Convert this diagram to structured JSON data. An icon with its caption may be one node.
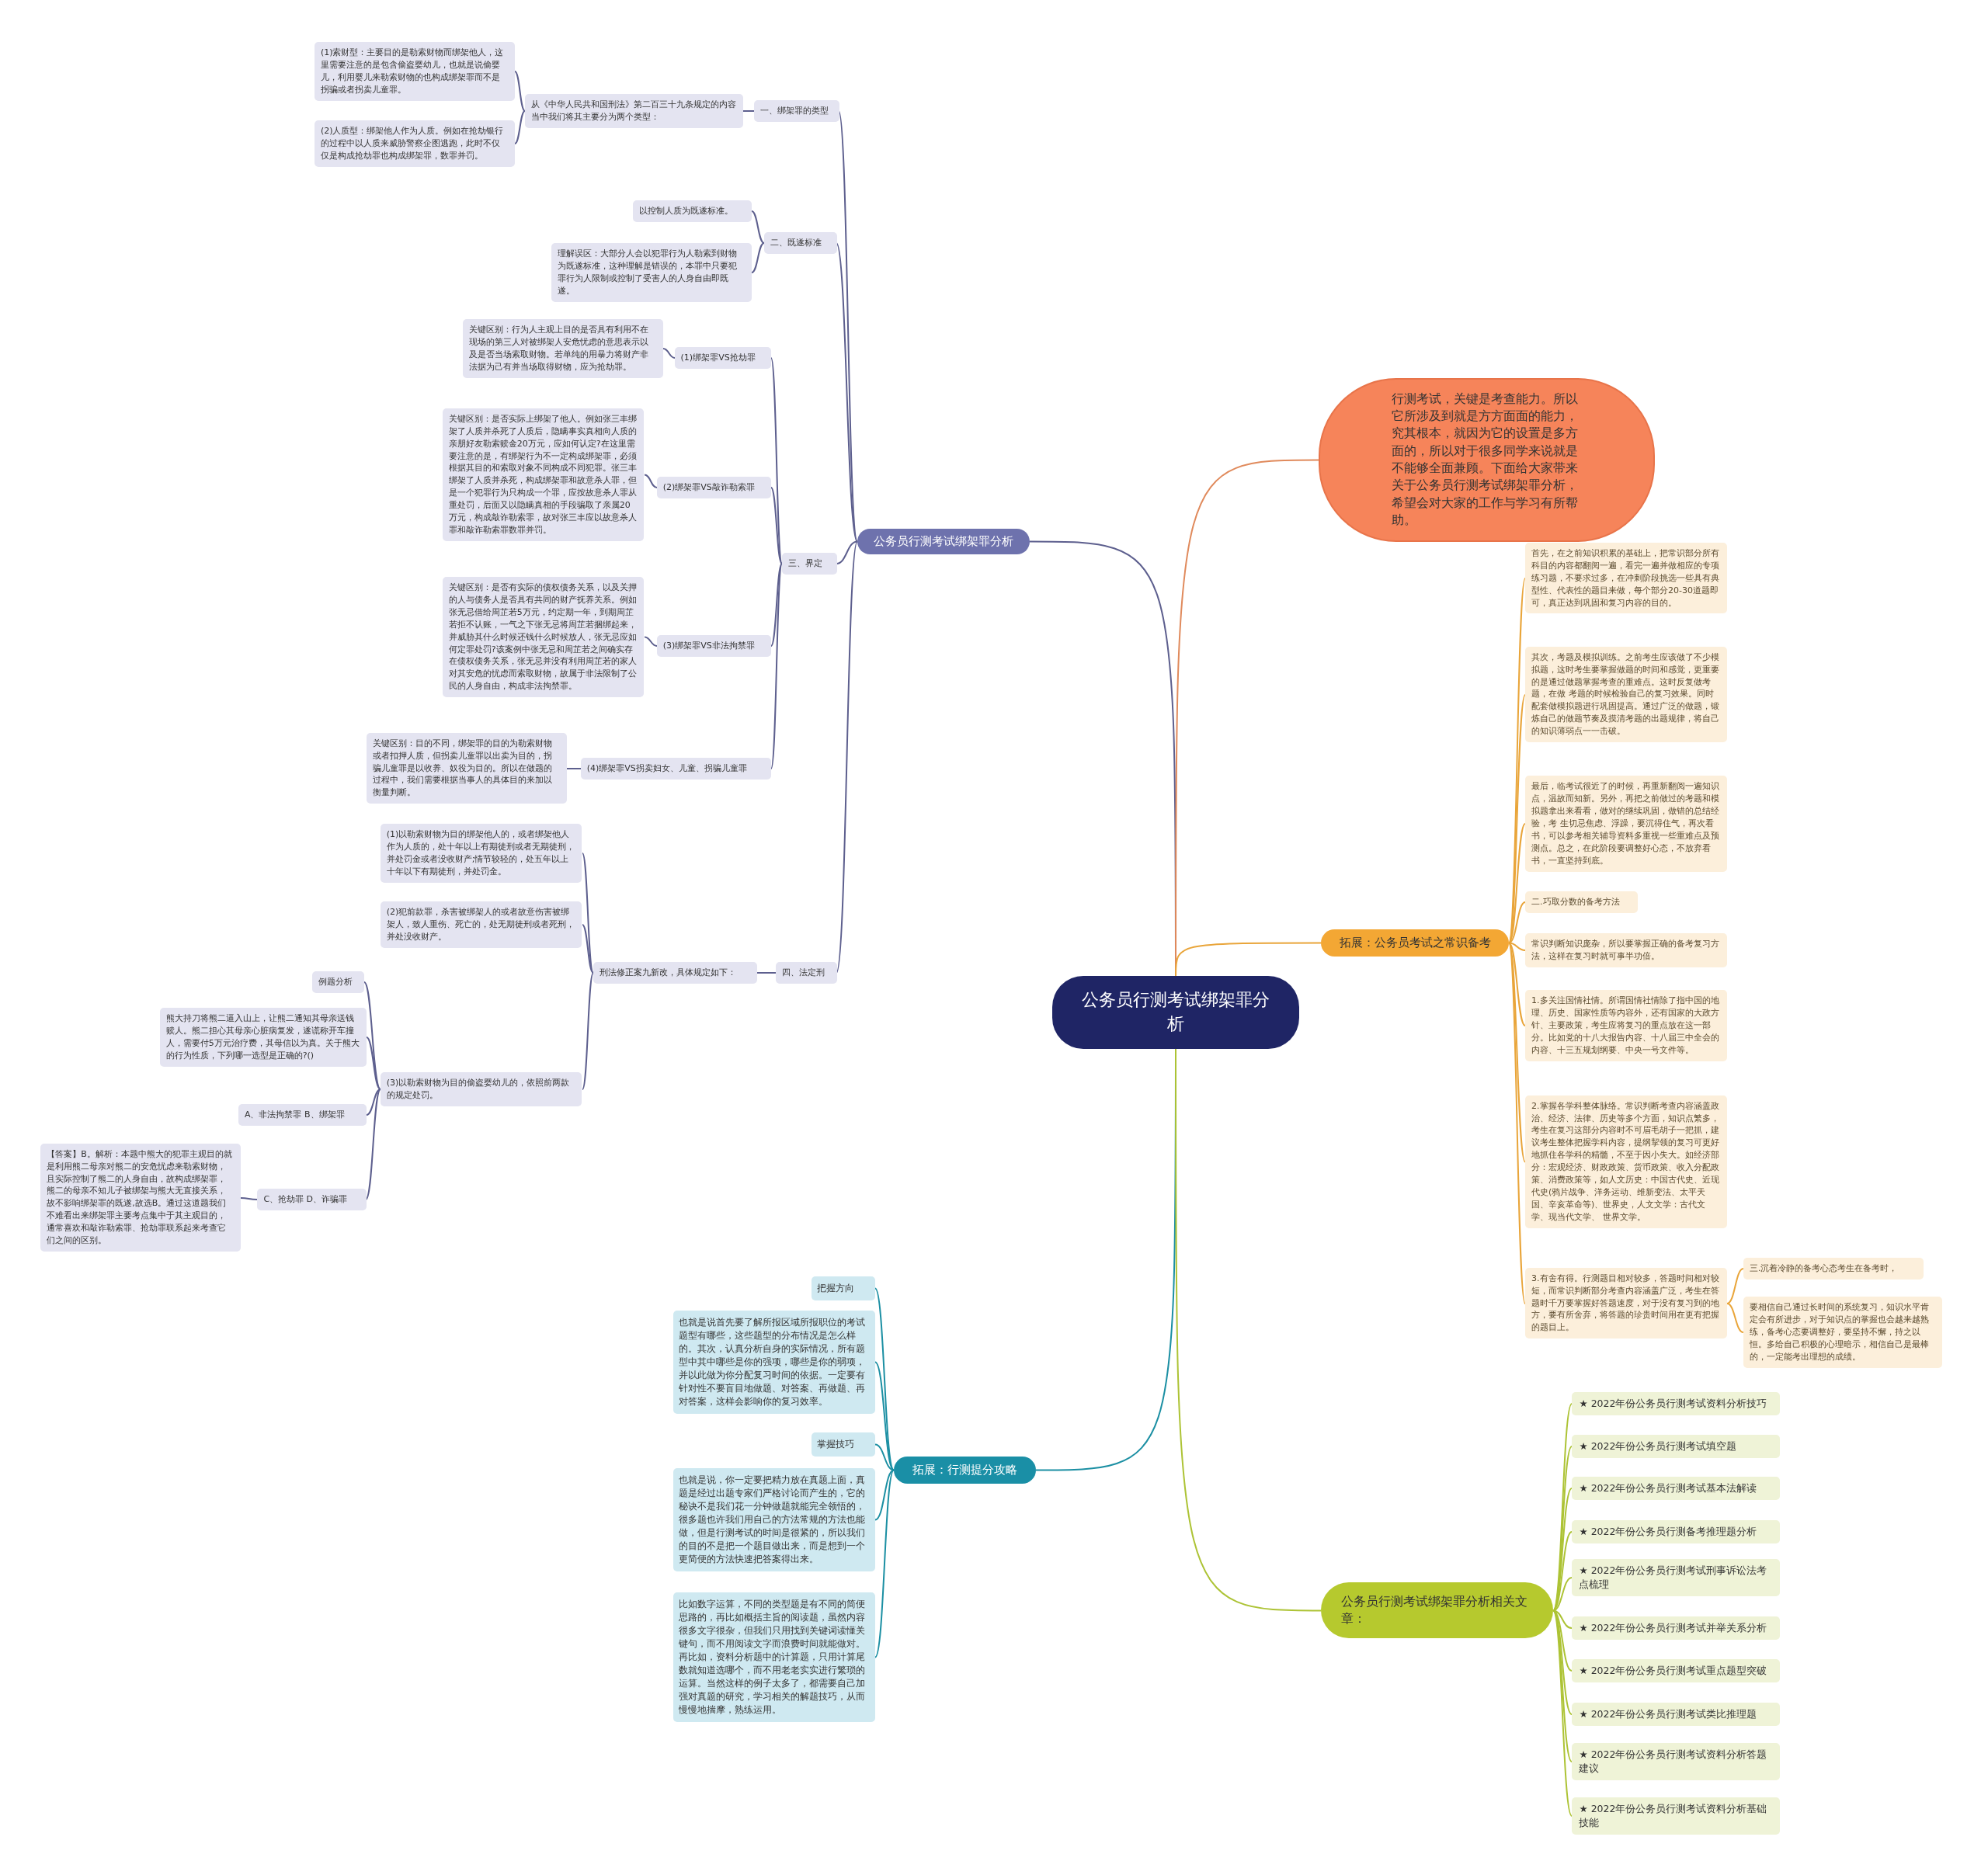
{
  "diagram": {
    "nodes": [
      {
        "text": [
          "公务员行测考试绑架罪分析"
        ]
      },
      {
        "text": [
          "公务员行测考试绑架罪分析"
        ]
      },
      {
        "text": [
          "一、绑架罪的类型"
        ]
      },
      {
        "text": [
          "从《中华人民共和国刑法》第二百三十九条规定的内容当中我们将其主要分为两个类型："
        ]
      },
      {
        "text": [
          "(1)索财型：主要目的是勒索财物而绑架他人，这里需要注意的是包含偷盗婴幼儿，也就是说偷婴儿，利用婴儿来勒索财物的也构成绑架罪而不是拐骗或者拐卖儿童罪。"
        ]
      },
      {
        "text": [
          "(2)人质型：绑架他人作为人质。例如在抢劫银行的过程中以人质来威胁警察企图逃跑，此时不仅仅是构成抢劫罪也构成绑架罪，数罪并罚。"
        ]
      },
      {
        "text": [
          "二、既遂标准"
        ]
      },
      {
        "text": [
          "以控制人质为既遂标准。"
        ]
      },
      {
        "text": [
          "理解误区：大部分人会以犯罪行为人勒索到财物为既遂标准，这种理解是错误的，本罪中只要犯罪行为人限制或控制了受害人的人身自由即既遂。"
        ]
      },
      {
        "text": [
          "三、界定"
        ]
      },
      {
        "text": [
          "(1)绑架罪VS抢劫罪"
        ]
      },
      {
        "text": [
          "关键区别：行为人主观上目的是否具有利用不在现场的第三人对被绑架人安危忧虑的意思表示以及是否当场索取财物。若单纯的用暴力将财产非法据为己有并当场取得财物，应为抢劫罪。"
        ]
      },
      {
        "text": [
          "(2)绑架罪VS敲诈勒索罪"
        ]
      },
      {
        "text": [
          "关键区别：是否实际上绑架了他人。例如张三丰绑架了人质并杀死了人质后，隐瞒事实真相向人质的亲朋好友勒索赎金20万元，应如何认定?在这里需要注意的是，有绑架行为不一定构成绑架罪，必须根据其目的和索取对象不同构成不同犯罪。张三丰绑架了人质并杀死，构成绑架罪和故意杀人罪，但是一个犯罪行为只构成一个罪，应按故意杀人罪从重处罚，后面又以隐瞒真相的手段骗取了亲属20万元，构成敲诈勒索罪，故对张三丰应以故意杀人罪和敲诈勒索罪数罪并罚。"
        ]
      },
      {
        "text": [
          "(3)绑架罪VS非法拘禁罪"
        ]
      },
      {
        "text": [
          "关键区别：是否有实际的债权债务关系，以及关押的人与债务人是否具有共同的财产抚养关系。例如张无忌借给周芷若5万元，约定期一年，到期周芷若拒不认账，一气之下张无忌将周芷若捆绑起来，并威胁其什么时候还钱什么时候放人，张无忌应如何定罪处罚?该案例中张无忌和周芷若之间确实存在债权债务关系，张无忌并没有利用周芷若的家人对其安危的忧虑而索取财物，故属于非法限制了公民的人身自由，构成非法拘禁罪。"
        ]
      },
      {
        "text": [
          "(4)绑架罪VS拐卖妇女、儿童、拐骗儿童罪"
        ]
      },
      {
        "text": [
          "关键区别：目的不同，绑架罪的目的为勒索财物或者扣押人质，但拐卖儿童罪以出卖为目的，拐骗儿童罪是以收养、奴役为目的。所以在做题的过程中，我们需要根据当事人的具体目的来加以衡量判断。"
        ]
      },
      {
        "text": [
          "四、法定刑"
        ]
      },
      {
        "text": [
          "刑法修正案九新改，具体规定如下："
        ]
      },
      {
        "text": [
          "(1)以勒索财物为目的绑架他人的，或者绑架他人作为人质的，处十年以上有期徒刑或者无期徒刑，并处罚金或者没收财产;情节较轻的，处五年以上十年以下有期徒刑，并处罚金。"
        ]
      },
      {
        "text": [
          "(2)犯前款罪，杀害被绑架人的或者故意伤害被绑架人，致人重伤、死亡的，处无期徒刑或者死刑，并处没收财产。"
        ]
      },
      {
        "text": [
          "(3)以勒索财物为目的偷盗婴幼儿的，依照前两款的规定处罚。"
        ]
      },
      {
        "text": [
          "例题分析"
        ]
      },
      {
        "text": [
          "熊大持刀将熊二逼入山上，让熊二通知其母亲送钱赎人。熊二担心其母亲心脏病复发，遂谎称开车撞人，需要付5万元治疗费，其母信以为真。关于熊大的行为性质，下列哪一选型是正确的?()"
        ]
      },
      {
        "text": [
          "A、非法拘禁罪 B、绑架罪"
        ]
      },
      {
        "text": [
          "C、抢劫罪 D、诈骗罪"
        ]
      },
      {
        "text": [
          "【答案】B。解析：本题中熊大的犯罪主观目的就是利用熊二母亲对熊二的安危忧虑来勒索财物，且实际控制了熊二的人身自由，故构成绑架罪，熊二的母亲不知儿子被绑架与熊大无直接关系，故不影响绑架罪的既遂,故选B。通过这道题我们不难看出来绑架罪主要考点集中于其主观目的，通常喜欢和敲诈勒索罪、抢劫罪联系起来考查它们之间的区别。"
        ]
      },
      {
        "text": [
          "拓展：行测提分攻略"
        ]
      },
      {
        "text": [
          "把握方向"
        ]
      },
      {
        "text": [
          "也就是说首先要了解所报区域所报职位的考试题型有哪些，这些题型的分布情况是怎么样的。其次，认真分析自身的实际情况，所有题型中其中哪些是你的强项，哪些是你的弱项，并以此做为你分配复习时间的依据。一定要有针对性不要盲目地做题、对答案、再做题、再对答案，这样会影响你的复习效率。"
        ]
      },
      {
        "text": [
          "掌握技巧"
        ]
      },
      {
        "text": [
          "也就是说，你一定要把精力放在真题上面，真题是经过出题专家们严格讨论而产生的，它的秘诀不是我们花一分钟做题就能完全领悟的，很多题也许我们用自己的方法常规的方法也能做，但是行测考试的时间是很紧的，所以我们的目的不是把一个题目做出来，而是想到一个更简便的方法快速把答案得出来。"
        ]
      },
      {
        "text": [
          "比如数字运算，不同的类型题是有不同的简便思路的，再比如概括主旨的阅读题，虽然内容很多文字很杂，但我们只用找到关键词读懂关键句，而不用阅读文字而浪费时间就能做对。再比如，资料分析题中的计算题，只用计算尾数就知道选哪个，而不用老老实实进行繁琐的运算。当然这样的例子太多了，都需要自己加强对真题的研究，学习相关的解题技巧，从而慢慢地揣摩，熟练运用。"
        ]
      },
      {
        "text": [
          "行测考试，关键是考查能力。所以它所涉及到就是方方面面的能力，究其根本，就因为它的设置是多方面的，所以对于很多同学来说就是不能够全面兼顾。下面给大家带来关于公务员行测考试绑架罪分析，希望会对大家的工作与学习有所帮助。"
        ]
      },
      {
        "text": [
          "拓展：公务员考试之常识备考"
        ]
      },
      {
        "text": [
          "首先，在之前知识积累的基础上，把常识部分所有科目的内容都翻阅一遍，看完一遍并做相应的专项练习题，不要求过多，在冲刺阶段挑选一些具有典型性、代表性的题目来做，每个部分20-30道题即可，真正达到巩固和复习内容的目的。"
        ]
      },
      {
        "text": [
          "其次，考题及模拟训练。之前考生应该做了不少模拟题，这时考生要掌握做题的时间和感觉，更重要的是通过做题掌握考查的重难点。这时反复做考题，在做 考题的时候检验自己的复习效果。同时配套做模拟题进行巩固提高。通过广泛的做题，锻炼自己的做题节奏及摸清考题的出题规律，将自己的知识薄弱点一一击破。"
        ]
      },
      {
        "text": [
          "最后，临考试很近了的时候，再重新翻阅一遍知识点，温故而知新。另外，再把之前做过的考题和模拟题拿出来看看，做对的继续巩固，做错的总结经验，考 生切忌焦虑、浮躁，要沉得住气，再次看书，可以参考相关辅导资料多重视一些重难点及预测点。总之，在此阶段要调整好心态，不放弃看书，一直坚持到底。"
        ]
      },
      {
        "text": [
          "二.巧取分数的备考方法"
        ]
      },
      {
        "text": [
          "常识判断知识庞杂，所以要掌握正确的备考复习方法，这样在复习时就可事半功倍。"
        ]
      },
      {
        "text": [
          "1.多关注国情社情。所谓国情社情除了指中国的地理、历史、国家性质等内容外，还有国家的大政方针、主要政策，考生应将复习的重点放在这一部分。比如党的十八大报告内容、十八届三中全会的内容、十三五规划纲要、中央一号文件等。"
        ]
      },
      {
        "text": [
          "2.掌握各学科整体脉络。常识判断考查内容涵盖政治、经济、法律、历史等多个方面，知识点繁多，考生在复习这部分内容时不可眉毛胡子一把抓，建议考生整体把握学科内容，提纲挈领的复习可更好地抓住各学科的精髓，不至于因小失大。如经济部分：宏观经济、财政政策、货币政策、收入分配政策、消费政策等，如人文历史：中国古代史、近现代史(鸦片战争、洋务运动、维新变法、太平天国、辛亥革命等)、世界史，人文文学：古代文学、现当代文学、 世界文学。"
        ]
      },
      {
        "text": [
          "3.有舍有得。行测题目相对较多，答题时间相对较短，而常识判断部分考查内容涵盖广泛，考生在答题时千万要掌握好答题速度，对于没有复习到的地方，要有所舍弃，将答题的珍贵时间用在更有把握的题目上。"
        ]
      },
      {
        "text": [
          "三.沉着冷静的备考心态考生在备考时，"
        ]
      },
      {
        "text": [
          "要相信自己通过长时间的系统复习，知识水平肯定会有所进步，对于知识点的掌握也会越来越熟练，备考心态要调整好，要坚持不懈，持之以恒。多给自己积极的心理暗示，相信自己是最棒的，一定能考出理想的成绩。"
        ]
      },
      {
        "text": [
          "公务员行测考试绑架罪分析相关文章："
        ]
      },
      {
        "text": [
          "★ 2022年份公务员行测考试资料分析技巧"
        ]
      },
      {
        "text": [
          "★ 2022年份公务员行测考试填空题"
        ]
      },
      {
        "text": [
          "★ 2022年份公务员行测考试基本法解读"
        ]
      },
      {
        "text": [
          "★ 2022年份公务员行测备考推理题分析"
        ]
      },
      {
        "text": [
          "★ 2022年份公务员行测考试刑事诉讼法考点梳理"
        ]
      },
      {
        "text": [
          "★ 2022年份公务员行测考试并举关系分析"
        ]
      },
      {
        "text": [
          "★ 2022年份公务员行测考试重点题型突破"
        ]
      },
      {
        "text": [
          "★ 2022年份公务员行测考试类比推理题"
        ]
      },
      {
        "text": [
          "★ 2022年份公务员行测考试资料分析答题建议"
        ]
      },
      {
        "text": [
          "★ 2022年份公务员行测考试资料分析基础技能"
        ]
      }
    ],
    "edges": [
      {
        "from": 0,
        "to": 1,
        "arrow": "none"
      },
      {
        "from": 1,
        "to": 2,
        "arrow": "none"
      },
      {
        "from": 2,
        "to": 3,
        "arrow": "none"
      },
      {
        "from": 3,
        "to": 4,
        "arrow": "none"
      },
      {
        "from": 3,
        "to": 5,
        "arrow": "none"
      },
      {
        "from": 1,
        "to": 6,
        "arrow": "none"
      },
      {
        "from": 6,
        "to": 7,
        "arrow": "none"
      },
      {
        "from": 6,
        "to": 8,
        "arrow": "none"
      },
      {
        "from": 1,
        "to": 9,
        "arrow": "none"
      },
      {
        "from": 9,
        "to": 10,
        "arrow": "none"
      },
      {
        "from": 10,
        "to": 11,
        "arrow": "none"
      },
      {
        "from": 9,
        "to": 12,
        "arrow": "none"
      },
      {
        "from": 12,
        "to": 13,
        "arrow": "none"
      },
      {
        "from": 9,
        "to": 14,
        "arrow": "none"
      },
      {
        "from": 14,
        "to": 15,
        "arrow": "none"
      },
      {
        "from": 9,
        "to": 16,
        "arrow": "none"
      },
      {
        "from": 16,
        "to": 17,
        "arrow": "none"
      },
      {
        "from": 1,
        "to": 18,
        "arrow": "none"
      },
      {
        "from": 18,
        "to": 19,
        "arrow": "none"
      },
      {
        "from": 19,
        "to": 20,
        "arrow": "none"
      },
      {
        "from": 19,
        "to": 21,
        "arrow": "none"
      },
      {
        "from": 19,
        "to": 22,
        "arrow": "none"
      },
      {
        "from": 22,
        "to": 23,
        "arrow": "none"
      },
      {
        "from": 22,
        "to": 24,
        "arrow": "none"
      },
      {
        "from": 22,
        "to": 25,
        "arrow": "none"
      },
      {
        "from": 22,
        "to": 26,
        "arrow": "none"
      },
      {
        "from": 26,
        "to": 27,
        "arrow": "none"
      },
      {
        "from": 0,
        "to": 28,
        "arrow": "none",
        "color": "#1b8fa3"
      },
      {
        "from": 28,
        "to": 29,
        "arrow": "none",
        "color": "#1b8fa3"
      },
      {
        "from": 28,
        "to": 30,
        "arrow": "none",
        "color": "#1b8fa3"
      },
      {
        "from": 28,
        "to": 31,
        "arrow": "none",
        "color": "#1b8fa3"
      },
      {
        "from": 28,
        "to": 32,
        "arrow": "none",
        "color": "#1b8fa3"
      },
      {
        "from": 28,
        "to": 33,
        "arrow": "none",
        "color": "#1b8fa3"
      },
      {
        "from": 0,
        "to": 34,
        "arrow": "none",
        "color": "#e08a5c"
      },
      {
        "from": 0,
        "to": 35,
        "arrow": "none",
        "color": "#e9a53a"
      },
      {
        "from": 35,
        "to": 36,
        "arrow": "none",
        "color": "#e9a53a"
      },
      {
        "from": 35,
        "to": 37,
        "arrow": "none",
        "color": "#e9a53a"
      },
      {
        "from": 35,
        "to": 38,
        "arrow": "none",
        "color": "#e9a53a"
      },
      {
        "from": 35,
        "to": 39,
        "arrow": "none",
        "color": "#e9a53a"
      },
      {
        "from": 35,
        "to": 40,
        "arrow": "none",
        "color": "#e9a53a"
      },
      {
        "from": 35,
        "to": 41,
        "arrow": "none",
        "color": "#e9a53a"
      },
      {
        "from": 35,
        "to": 42,
        "arrow": "none",
        "color": "#e9a53a"
      },
      {
        "from": 35,
        "to": 43,
        "arrow": "none",
        "color": "#e9a53a"
      },
      {
        "from": 43,
        "to": 44,
        "arrow": "none",
        "color": "#e9a53a"
      },
      {
        "from": 43,
        "to": 45,
        "arrow": "none",
        "color": "#e9a53a"
      },
      {
        "from": 0,
        "to": 46,
        "arrow": "none",
        "color": "#adc335"
      },
      {
        "from": 46,
        "to": 47,
        "arrow": "none",
        "color": "#adc335"
      },
      {
        "from": 46,
        "to": 48,
        "arrow": "none",
        "color": "#adc335"
      },
      {
        "from": 46,
        "to": 49,
        "arrow": "none",
        "color": "#adc335"
      },
      {
        "from": 46,
        "to": 50,
        "arrow": "none",
        "color": "#adc335"
      },
      {
        "from": 46,
        "to": 51,
        "arrow": "none",
        "color": "#adc335"
      },
      {
        "from": 46,
        "to": 52,
        "arrow": "none",
        "color": "#adc335"
      },
      {
        "from": 46,
        "to": 53,
        "arrow": "none",
        "color": "#adc335"
      },
      {
        "from": 46,
        "to": 54,
        "arrow": "none",
        "color": "#adc335"
      },
      {
        "from": 46,
        "to": 55,
        "arrow": "none",
        "color": "#adc335"
      },
      {
        "from": 46,
        "to": 56,
        "arrow": "none",
        "color": "#adc335"
      }
    ]
  }
}
